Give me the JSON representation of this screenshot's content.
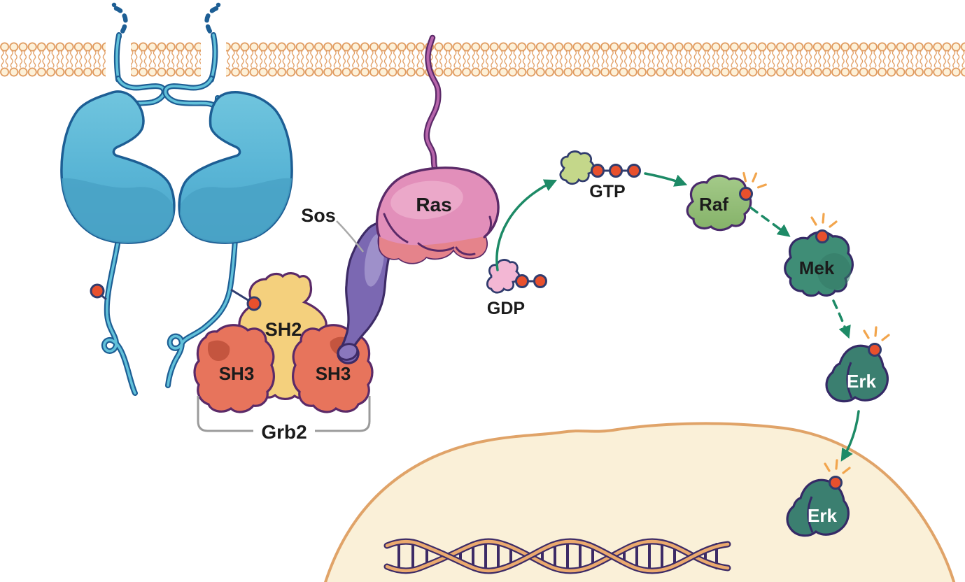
{
  "labels": {
    "sos": "Sos",
    "ras": "Ras",
    "sh2": "SH2",
    "sh3_left": "SH3",
    "sh3_right": "SH3",
    "grb2": "Grb2",
    "gdp": "GDP",
    "gtp": "GTP",
    "raf": "Raf",
    "mek": "Mek",
    "erk_cytoplasmic": "Erk",
    "erk_nuclear": "Erk"
  },
  "nucleotides": {
    "gdp_phosphate_count": 2,
    "gtp_phosphate_count": 3
  },
  "colors": {
    "membrane_line": "#e09a5e",
    "membrane_head_fill": "#fdf1d9",
    "receptor_blue": "#5ab4d4",
    "receptor_outline": "#1d5e94",
    "phosphate_red": "#e8502d",
    "phosphate_outline": "#313c6e",
    "sh2_yellow": "#f4d07d",
    "sh3_orange": "#e7745c",
    "sh3_shadow": "#c4553f",
    "domain_outline_purple": "#5b2a68",
    "sos_purple": "#7b68b2",
    "sos_highlight": "#a295cc",
    "ras_pink": "#e28fba",
    "ras_lobe_pink": "#e5838b",
    "ras_highlight": "#ecabcb",
    "tether_pink": "#b765ab",
    "gdp_pink": "#f3b7d4",
    "gtp_green": "#c4d78a",
    "arrow_teal": "#1d8a66",
    "raf_green": "#93bf79",
    "mek_teal": "#3f8d76",
    "erk_teal": "#3b7f70",
    "ray_orange": "#f2a54d",
    "nucleus_fill": "#faf0d8",
    "nucleus_border": "#e0a368",
    "dna_strand": "#ebaa6e",
    "dna_outline": "#3d2b66",
    "label_dark": "#1b1b1b",
    "label_light": "#ffffff",
    "bracket_gray": "#9b9b9b"
  }
}
